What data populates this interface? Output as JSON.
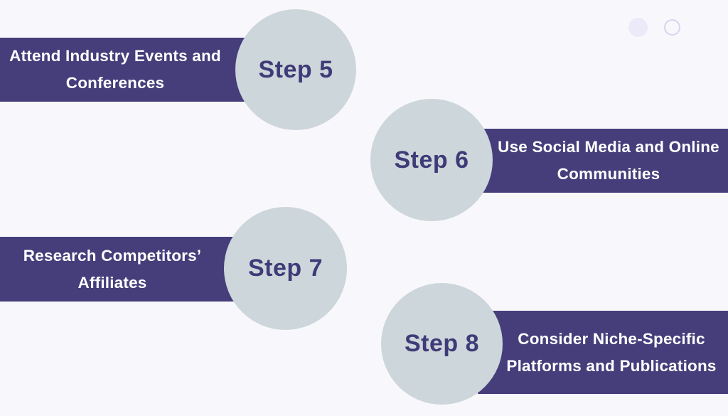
{
  "theme": {
    "background": "#f8f8fc",
    "banner_bg": "#453e7b",
    "banner_text": "#ffffff",
    "circle_bg": "#cdd6da",
    "step_label_color": "#3f3b78",
    "dot_filled": "#ece9f8",
    "dot_outline": "#d9d3f0"
  },
  "steps": [
    {
      "label": "Step 5",
      "description": "Attend Industry Events and Conferences",
      "side": "left"
    },
    {
      "label": "Step 6",
      "description": "Use Social Media and Online Communities",
      "side": "right"
    },
    {
      "label": "Step 7",
      "description": "Research Competitors’ Affiliates",
      "side": "left"
    },
    {
      "label": "Step 8",
      "description": "Consider Niche-Specific Platforms and Publications",
      "side": "right"
    }
  ]
}
